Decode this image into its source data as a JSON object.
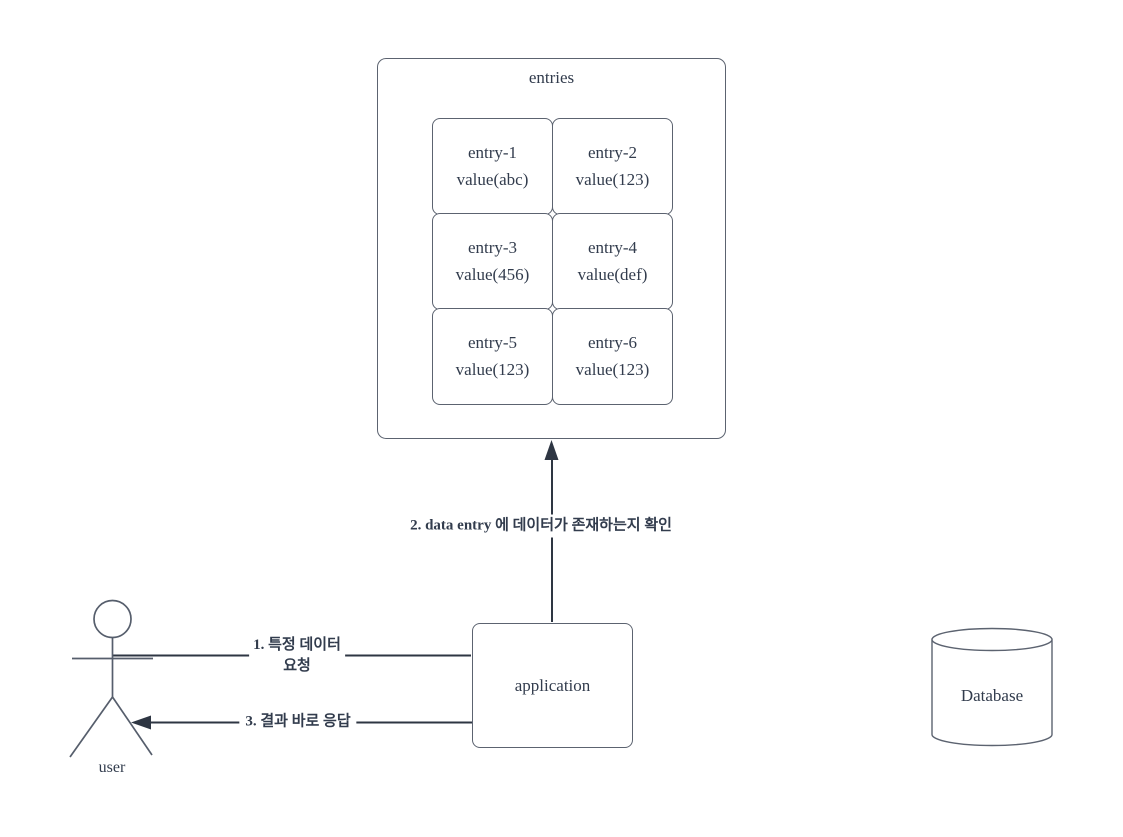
{
  "diagram": {
    "entries_container": {
      "title": "entries",
      "entries": [
        {
          "name": "entry-1",
          "value": "value(abc)"
        },
        {
          "name": "entry-2",
          "value": "value(123)"
        },
        {
          "name": "entry-3",
          "value": "value(456)"
        },
        {
          "name": "entry-4",
          "value": "value(def)"
        },
        {
          "name": "entry-5",
          "value": "value(123)"
        },
        {
          "name": "entry-6",
          "value": "value(123)"
        }
      ]
    },
    "actor": {
      "label": "user"
    },
    "application": {
      "label": "application"
    },
    "database": {
      "label": "Database"
    },
    "edges": {
      "request": {
        "label_line1": "1. 특정 데이터",
        "label_line2": "요청"
      },
      "check": {
        "label": "2. data entry 에 데이터가 존재하는지 확인"
      },
      "response": {
        "label": "3. 결과 바로 응답"
      }
    },
    "colors": {
      "edge_stroke": "#2e3643",
      "shape_border": "#5c6370",
      "actor_stroke": "#565e6c",
      "text": "#323c4d",
      "background": "#ffffff"
    }
  }
}
